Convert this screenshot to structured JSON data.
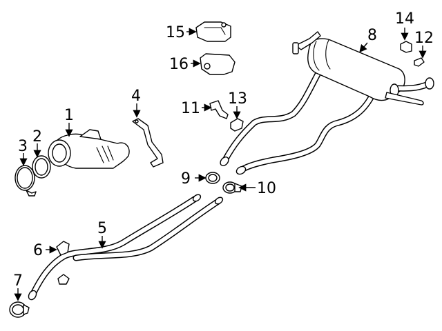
{
  "diagram": {
    "callouts": [
      {
        "id": "callout-1",
        "label": "1"
      },
      {
        "id": "callout-2",
        "label": "2"
      },
      {
        "id": "callout-3",
        "label": "3"
      },
      {
        "id": "callout-4",
        "label": "4"
      },
      {
        "id": "callout-5",
        "label": "5"
      },
      {
        "id": "callout-6",
        "label": "6"
      },
      {
        "id": "callout-7",
        "label": "7"
      },
      {
        "id": "callout-8",
        "label": "8"
      },
      {
        "id": "callout-9",
        "label": "9"
      },
      {
        "id": "callout-10",
        "label": "10"
      },
      {
        "id": "callout-11",
        "label": "11"
      },
      {
        "id": "callout-12",
        "label": "12"
      },
      {
        "id": "callout-13",
        "label": "13"
      },
      {
        "id": "callout-14",
        "label": "14"
      },
      {
        "id": "callout-15",
        "label": "15"
      },
      {
        "id": "callout-16",
        "label": "16"
      }
    ],
    "colors": {
      "line": "#000000",
      "background": "#ffffff"
    }
  }
}
